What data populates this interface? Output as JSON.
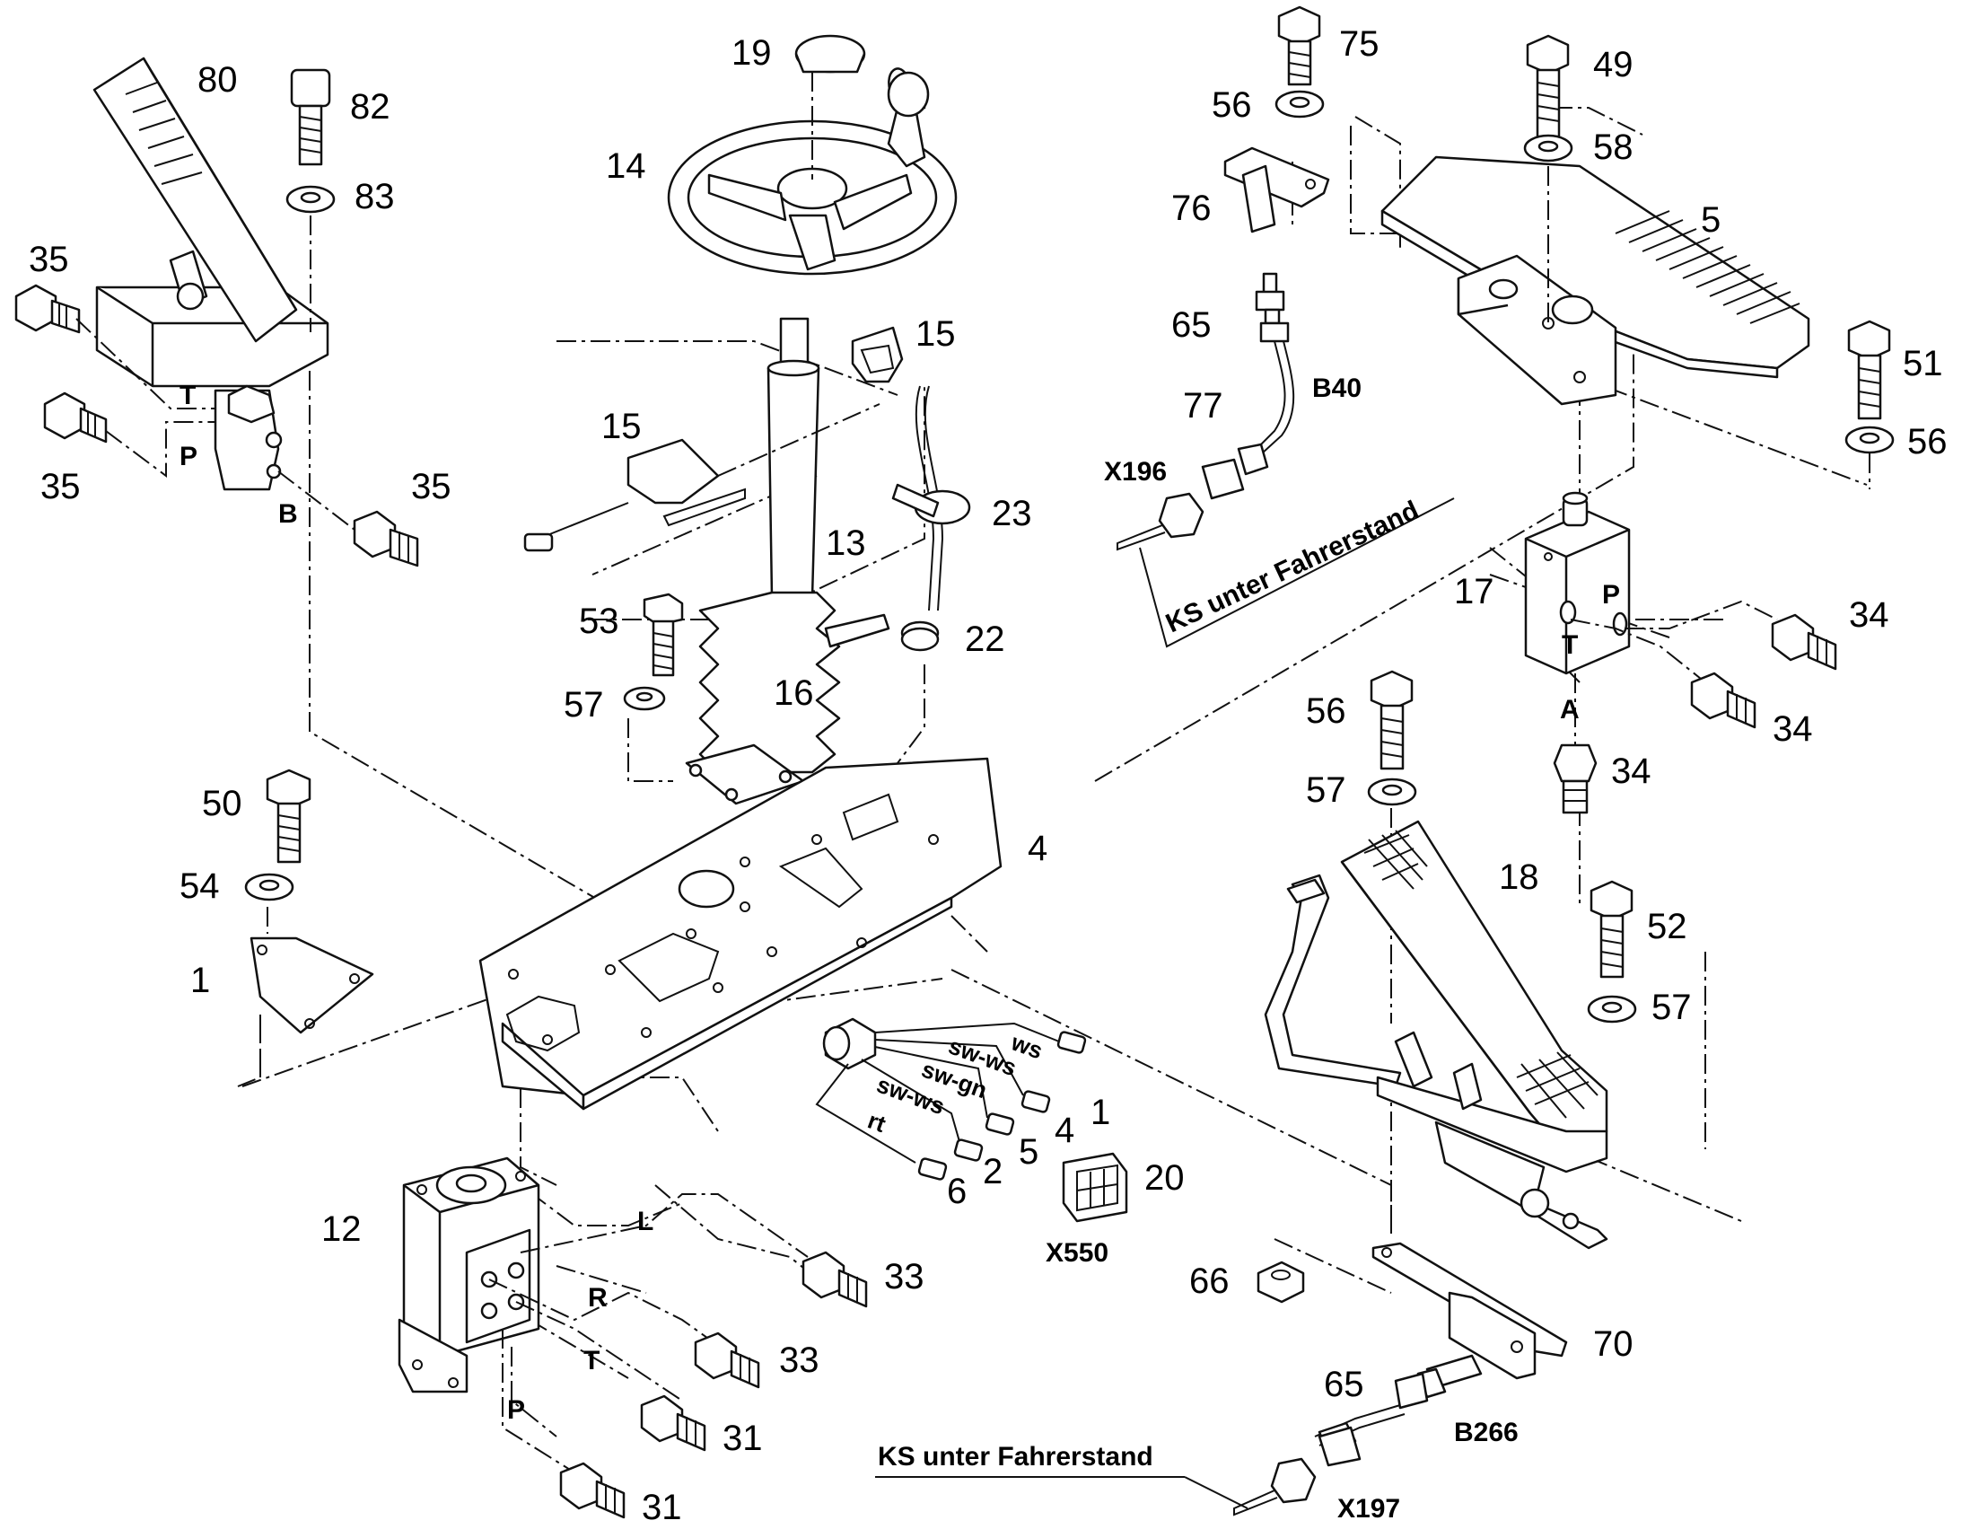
{
  "diagram": {
    "part_numbers": [
      "1",
      "2",
      "4",
      "5",
      "6",
      "12",
      "13",
      "14",
      "15",
      "15",
      "16",
      "17",
      "18",
      "19",
      "20",
      "22",
      "23",
      "31",
      "31",
      "33",
      "33",
      "34",
      "34",
      "34",
      "35",
      "35",
      "35",
      "49",
      "50",
      "51",
      "52",
      "53",
      "54",
      "56",
      "56",
      "56",
      "57",
      "57",
      "57",
      "58",
      "65",
      "65",
      "66",
      "70",
      "75",
      "76",
      "77",
      "80",
      "82",
      "83"
    ],
    "connectors": {
      "x196": "X196",
      "x197": "X197",
      "x550": "X550",
      "b40": "B40",
      "b266": "B266"
    },
    "captions": {
      "top": "KS unter Fahrerstand",
      "bottom": "KS unter Fahrerstand"
    },
    "port_labels": {
      "pedal_left": [
        "T",
        "P",
        "B"
      ],
      "valve_right": [
        "P",
        "T",
        "A"
      ],
      "steering_unit": [
        "L",
        "R",
        "T",
        "P"
      ]
    },
    "wire_colors": [
      "ws",
      "sw-ws",
      "sw-gn",
      "sw-ws",
      "rt"
    ],
    "wire_pins": [
      "1",
      "4",
      "5",
      "2",
      "6"
    ]
  }
}
